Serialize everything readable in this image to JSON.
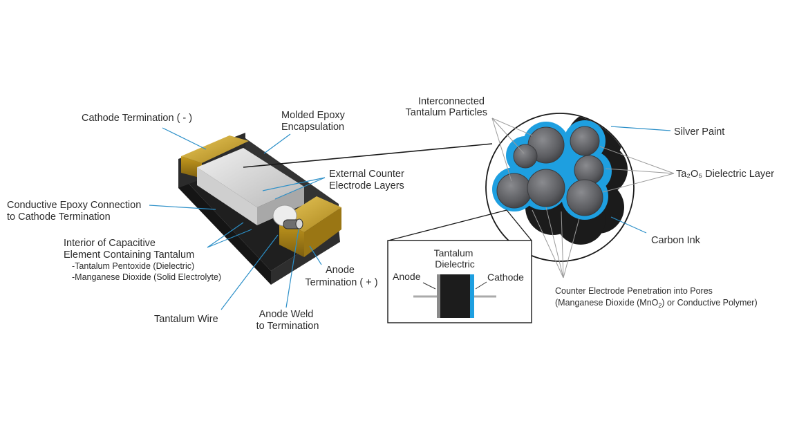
{
  "labels": {
    "cathode_termination": "Cathode Termination ( - )",
    "molded_epoxy": [
      "Molded Epoxy",
      "Encapsulation"
    ],
    "external_counter": [
      "External Counter",
      "Electrode Layers"
    ],
    "conductive_epoxy": [
      "Conductive Epoxy Connection",
      "to Cathode Termination"
    ],
    "interior": [
      "Interior of Capacitive",
      "Element Containing Tantalum"
    ],
    "interior_items": [
      "-Tantalum Pentoxide (Dielectric)",
      "-Manganese Dioxide (Solid Electrolyte)"
    ],
    "anode_termination": [
      "Anode",
      "Termination ( + )"
    ],
    "tantalum_wire": "Tantalum Wire",
    "anode_weld": [
      "Anode Weld",
      "to Termination"
    ],
    "interconnected": [
      "Interconnected",
      "Tantalum Particles"
    ],
    "silver_paint": "Silver Paint",
    "dielectric_layer": "Ta₂O₅ Dielectric Layer",
    "carbon_ink": "Carbon Ink",
    "counter_penetration_line1": "Counter Electrode Penetration into Pores",
    "counter_penetration_line2_a": "(Manganese Dioxide (MnO",
    "counter_penetration_line2_sub": "2",
    "counter_penetration_line2_b": ") or Conductive Polymer)"
  },
  "inset": {
    "title": [
      "Tantalum",
      "Dielectric"
    ],
    "anode": "Anode",
    "cathode": "Cathode"
  },
  "colors": {
    "gold": "#c9a227",
    "epoxy": "#2a2a2a",
    "blue": "#1e9fe0",
    "particle": "#5f6064",
    "leader": "#2b8fc8",
    "gray_leader": "#9a9a9a"
  }
}
